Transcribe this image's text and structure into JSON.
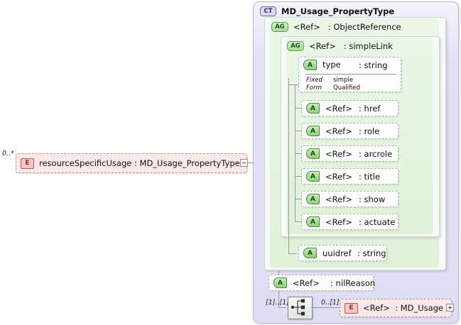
{
  "diagram": {
    "kind": "xsd-schema-diagram",
    "colors": {
      "element_fill": "#fbe9e9",
      "element_border": "#c98e8e",
      "complextype_fill": "#dedef5",
      "complextype_border": "#b9b9cf",
      "attributegroup_fill": "#dff2d8",
      "attribute_badge": "#8ed07a",
      "connector_line": "#9a9a9a"
    }
  },
  "root_element": {
    "badge": "E",
    "cardinality": "0..*",
    "name": "resourceSpecificUsage",
    "separator": ":",
    "type": "MD_Usage_PropertyType",
    "toggle": "minus"
  },
  "complex_type": {
    "badge": "CT",
    "name": "MD_Usage_PropertyType"
  },
  "attribute_group_outer": {
    "badge": "AG",
    "ref": "<Ref>",
    "separator": ":",
    "name": "ObjectReference"
  },
  "attribute_group_inner": {
    "badge": "AG",
    "ref": "<Ref>",
    "separator": ":",
    "name": "simpleLink"
  },
  "type_attribute": {
    "badge": "A",
    "name": "type",
    "separator": ": string",
    "facets": [
      {
        "key": "Fixed",
        "value": "simple"
      },
      {
        "key": "Form",
        "value": "Qualified"
      }
    ]
  },
  "simplelink_attributes": [
    {
      "badge": "A",
      "ref": "<Ref>",
      "separator": ": href"
    },
    {
      "badge": "A",
      "ref": "<Ref>",
      "separator": ": role"
    },
    {
      "badge": "A",
      "ref": "<Ref>",
      "separator": ": arcrole"
    },
    {
      "badge": "A",
      "ref": "<Ref>",
      "separator": ": title"
    },
    {
      "badge": "A",
      "ref": "<Ref>",
      "separator": ": show"
    },
    {
      "badge": "A",
      "ref": "<Ref>",
      "separator": ": actuate"
    }
  ],
  "uuidref_attribute": {
    "badge": "A",
    "name": "uuidref",
    "separator": ": string"
  },
  "nilreason_attribute": {
    "badge": "A",
    "ref": "<Ref>",
    "separator": ": nilReason"
  },
  "sequence": {
    "icon": "sequence-compositor-icon",
    "cardinality": "[1]..[1]"
  },
  "md_usage_element": {
    "badge": "E",
    "cardinality": "0..[1]",
    "ref": "<Ref>",
    "separator": ":",
    "type": "MD_Usage",
    "toggle": "plus"
  }
}
